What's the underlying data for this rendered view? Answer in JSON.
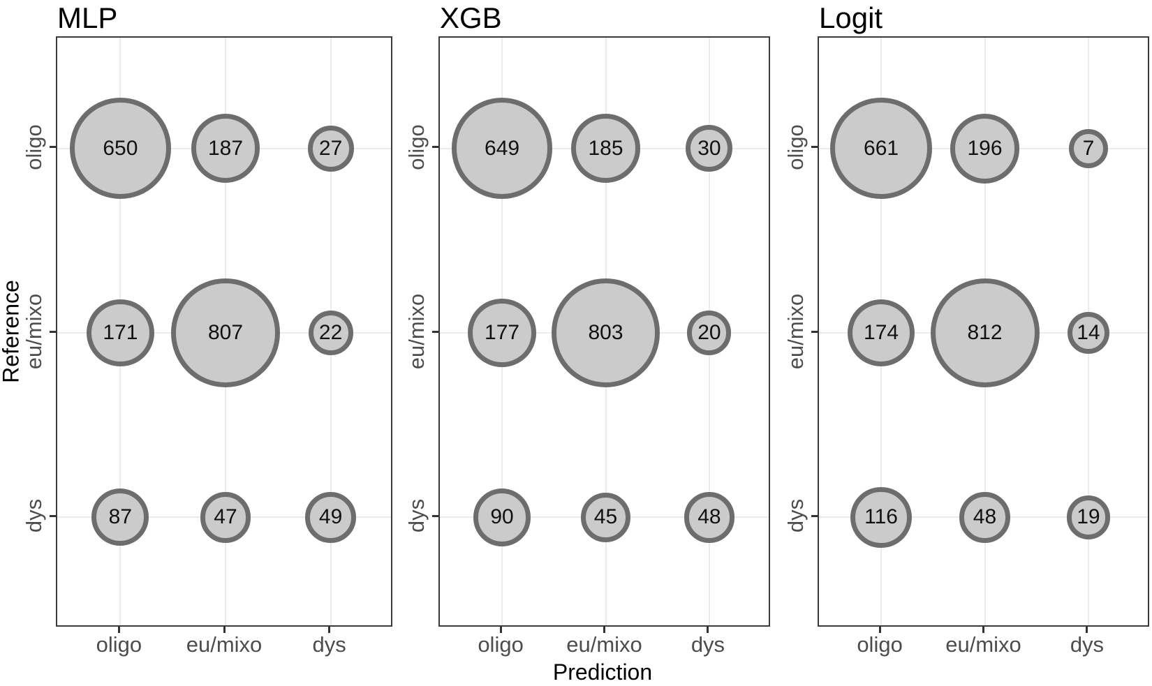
{
  "figure": {
    "xlabel": "Prediction",
    "ylabel": "Reference"
  },
  "colors": {
    "bubble_fill": "#cbcbcb",
    "bubble_stroke": "#6d6d6d",
    "panel_border": "#3a3a3a",
    "gridline": "#ebebeb",
    "tick": "#333333",
    "tick_label": "#4d4d4d",
    "title": "#000000"
  },
  "chart_data": [
    {
      "type": "bubble",
      "title": "MLP",
      "xlabel": "Prediction",
      "ylabel": "Reference",
      "x_categories": [
        "oligo",
        "eu/mixo",
        "dys"
      ],
      "y_categories": [
        "oligo",
        "eu/mixo",
        "dys"
      ],
      "series": [
        {
          "name": "oligo",
          "values": [
            650,
            187,
            27
          ]
        },
        {
          "name": "eu/mixo",
          "values": [
            171,
            807,
            22
          ]
        },
        {
          "name": "dys",
          "values": [
            87,
            47,
            49
          ]
        }
      ],
      "legend_position": "none",
      "grid": true
    },
    {
      "type": "bubble",
      "title": "XGB",
      "xlabel": "Prediction",
      "ylabel": "Reference",
      "x_categories": [
        "oligo",
        "eu/mixo",
        "dys"
      ],
      "y_categories": [
        "oligo",
        "eu/mixo",
        "dys"
      ],
      "series": [
        {
          "name": "oligo",
          "values": [
            649,
            185,
            30
          ]
        },
        {
          "name": "eu/mixo",
          "values": [
            177,
            803,
            20
          ]
        },
        {
          "name": "dys",
          "values": [
            90,
            45,
            48
          ]
        }
      ],
      "legend_position": "none",
      "grid": true
    },
    {
      "type": "bubble",
      "title": "Logit",
      "xlabel": "Prediction",
      "ylabel": "Reference",
      "x_categories": [
        "oligo",
        "eu/mixo",
        "dys"
      ],
      "y_categories": [
        "oligo",
        "eu/mixo",
        "dys"
      ],
      "series": [
        {
          "name": "oligo",
          "values": [
            661,
            196,
            7
          ]
        },
        {
          "name": "eu/mixo",
          "values": [
            174,
            812,
            14
          ]
        },
        {
          "name": "dys",
          "values": [
            116,
            48,
            19
          ]
        }
      ],
      "legend_position": "none",
      "grid": true
    }
  ]
}
